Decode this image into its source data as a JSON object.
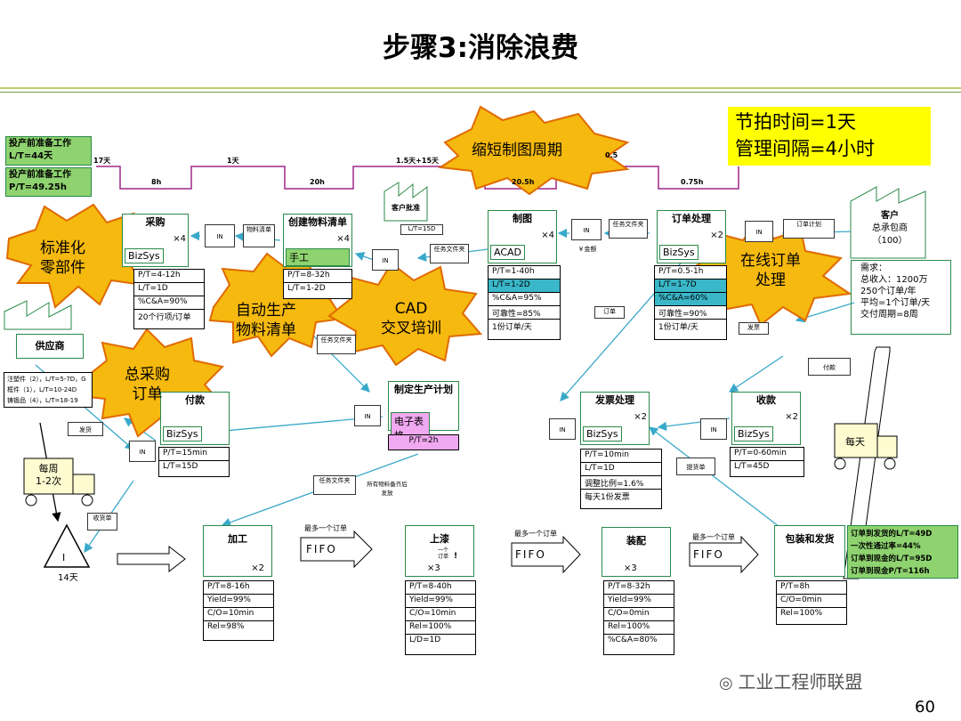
{
  "title": "步骤3:消除浪费",
  "page_number": "60",
  "watermark": "工业工程师联盟",
  "colors": {
    "accent_green": "#2a8a4a",
    "burst": "#f5b90f",
    "burst_edge": "#e06a00",
    "cyan": "#3ab7c9",
    "pink": "#f0a8f0",
    "highlight": "#ffff00",
    "summary_green": "#8ed36f"
  },
  "takt": {
    "line1": "节拍时间=1天",
    "line2": "管理间隔=4小时"
  },
  "pre_work": {
    "box1_l1": "投产前准备工作",
    "box1_l2": "L/T=44天",
    "box2_l1": "投产前准备工作",
    "box2_l2": "P/T=49.25h"
  },
  "timeline": {
    "t1": "17天",
    "t2": "1天",
    "t3": "1.5天+15天",
    "t4": "0.5",
    "p1": "8h",
    "p2": "20h",
    "p3": "20.5h",
    "p4": "0.75h"
  },
  "bursts": {
    "b1": "缩短制图周期",
    "b2_l1": "标准化",
    "b2_l2": "零部件",
    "b3_l1": "自动生产",
    "b3_l2": "物料清单",
    "b4_l1": "CAD",
    "b4_l2": "交叉培训",
    "b5_l1": "在线订单",
    "b5_l2": "处理",
    "b6_l1": "总采购",
    "b6_l2": "订单"
  },
  "processes": {
    "purchase": {
      "name": "采购",
      "mult": "×4",
      "sys": "BizSys",
      "data": [
        "P/T=4-12h",
        "L/T=1D",
        "%C&A=90%",
        "20个行项/订单"
      ]
    },
    "bom": {
      "name": "创建物料清单",
      "mult": "×4",
      "sys": "手工",
      "data": [
        "P/T=8-32h",
        "L/T=1-2D"
      ]
    },
    "draw": {
      "name": "制图",
      "mult": "×4",
      "sys": "ACAD",
      "data": [
        "P/T=1-40h",
        "L/T=1-2D",
        "%C&A=95%",
        "可靠性=85%",
        "1份订单/天"
      ]
    },
    "order": {
      "name": "订单处理",
      "mult": "×2",
      "sys": "BizSys",
      "data": [
        "P/T=0.5-1h",
        "L/T=1-7D",
        "%C&A=60%",
        "可靠性=90%",
        "1份订单/天"
      ]
    },
    "pay": {
      "name": "付款",
      "sys": "BizSys",
      "data": [
        "P/T=15min",
        "L/T=15D"
      ]
    },
    "plan": {
      "name": "制定生产计划",
      "sys": "电子表格",
      "data": [
        "P/T=2h"
      ]
    },
    "invoice": {
      "name": "发票处理",
      "mult": "×2",
      "sys": "BizSys",
      "data": [
        "P/T=10min",
        "L/T=1D",
        "调整比例=1.6%",
        "每天1份发票"
      ]
    },
    "collect": {
      "name": "收款",
      "mult": "×2",
      "sys": "BizSys",
      "data": [
        "P/T=0-60min",
        "L/T=45D"
      ]
    },
    "machining": {
      "name": "加工",
      "mult": "×2",
      "data": [
        "P/T=8-16h",
        "Yield=99%",
        "C/O=10min",
        "Rel=98%"
      ]
    },
    "paint": {
      "name": "上漆",
      "mult": "×3",
      "note": "一个订单",
      "data": [
        "P/T=8-40h",
        "Yield=99%",
        "C/O=10min",
        "Rel=100%",
        "L/D=1D"
      ]
    },
    "assembly": {
      "name": "装配",
      "mult": "×3",
      "data": [
        "P/T=8-32h",
        "Yield=99%",
        "C/O=0min",
        "Rel=100%",
        "%C&A=80%"
      ]
    },
    "pack": {
      "name": "包装和发货",
      "data": [
        "P/T=8h",
        "C/O=0min",
        "Rel=100%"
      ]
    }
  },
  "customer": {
    "name": "客户",
    "sub1": "总承包商",
    "sub2": "（100）",
    "demand": [
      "需求：",
      "总收入：1200万",
      "250个订单/年",
      "平均=1个订单/天"
    ],
    "cycle": "交付周期=8周"
  },
  "supplier": {
    "name": "供应商",
    "lines": [
      "注塑件（2），L/T=5-7D，G",
      "框件（1），L/T=10-24D",
      "铸锻品（4），L/T=18-19"
    ]
  },
  "client_approval": {
    "name": "客户批准",
    "lt": "L/T=15D"
  },
  "labels": {
    "in": "IN",
    "material_list": "物料清单",
    "task_file": "任务文件夹",
    "task_file2": "任务文件夹",
    "task_file3": "任务文件夹",
    "task_file4": "任务文件夹",
    "order_plan": "订单计划",
    "order_tag": "订单",
    "shipping": "发票",
    "payment_tag": "付款",
    "ship_tag": "发货",
    "receipt": "收货单",
    "invoice_tag": "提货单",
    "all_material": "所有物料备齐后发放",
    "fifo": "FIFO",
    "max_order": "最多一个订单",
    "weekly": "每周",
    "weekly2": "1-2次",
    "daily": "每天",
    "inventory": "I",
    "days14": "14天",
    "ygold": "￥金额"
  },
  "summary": [
    "订单到发货的L/T=49D",
    "一次性通过率=44%",
    "订单到现金的L/T=95D",
    "订单到现金P/T=116h"
  ]
}
